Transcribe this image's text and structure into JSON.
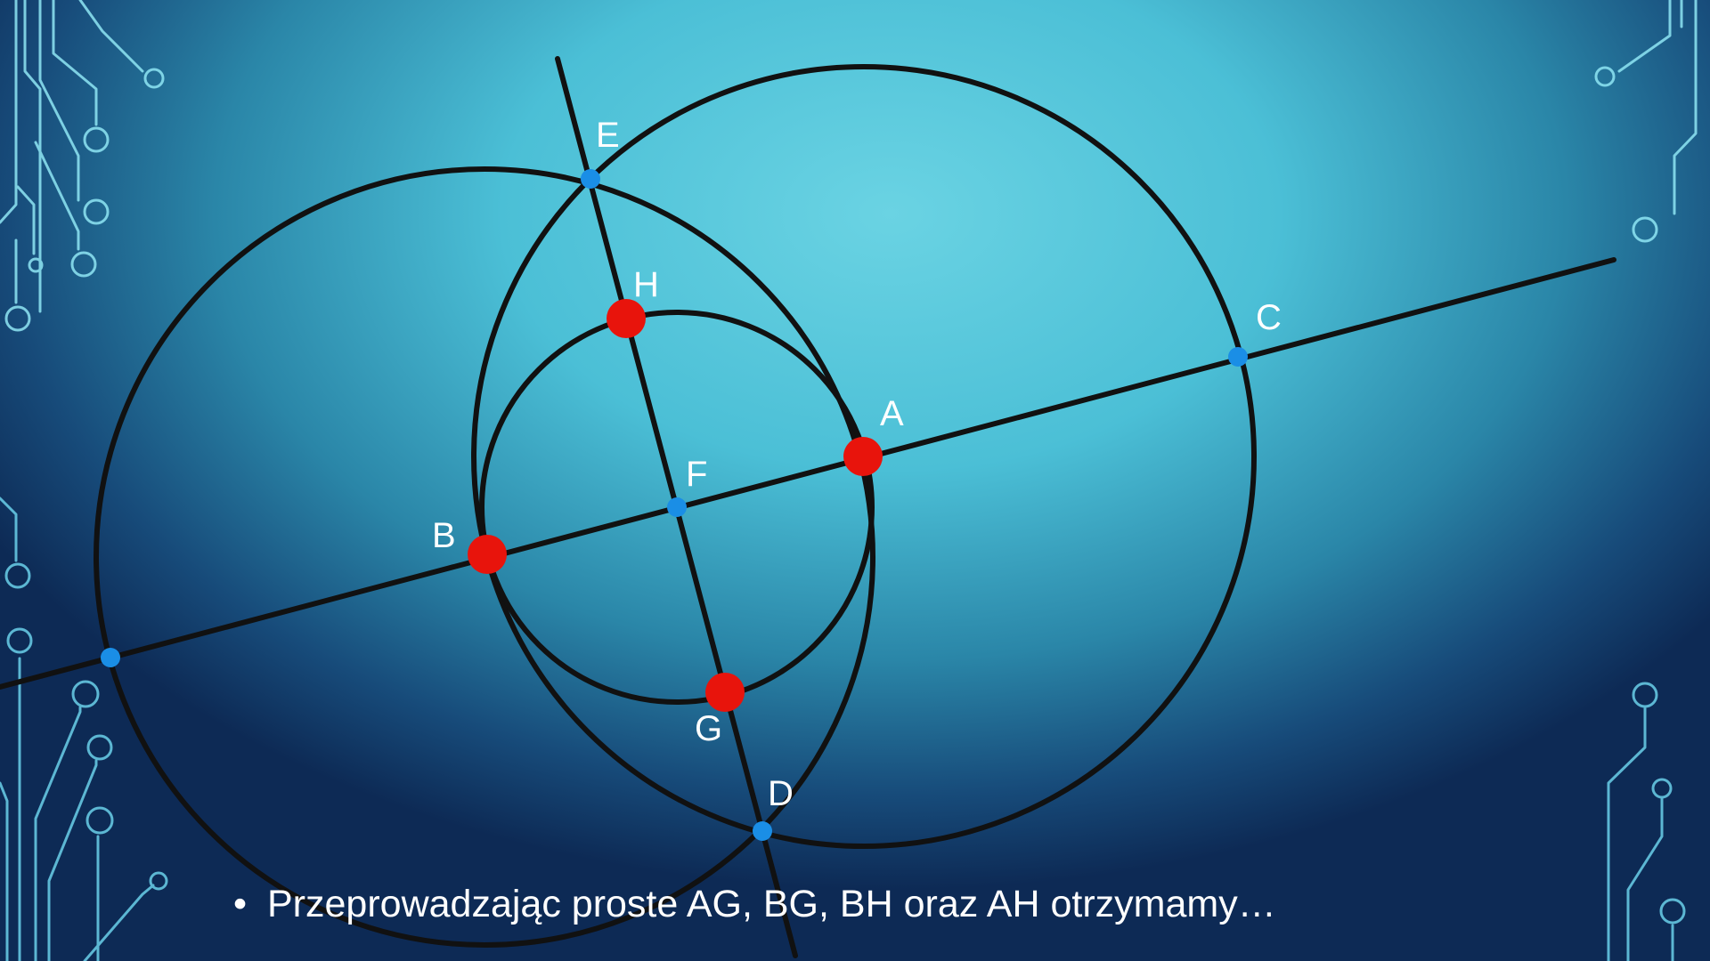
{
  "colors": {
    "background_light": "#6ad3e3",
    "background_dark": "#0d2a55",
    "stroke": "#111111",
    "key_point": "#e8140c",
    "aux_point": "#1a8ee6",
    "decor": "#8fe6f4",
    "text": "#ffffff"
  },
  "decoration": {
    "type": "circuit-board-pattern"
  },
  "diagram": {
    "points": {
      "A": {
        "label": "A",
        "kind": "key"
      },
      "B": {
        "label": "B",
        "kind": "key"
      },
      "G": {
        "label": "G",
        "kind": "key"
      },
      "H": {
        "label": "H",
        "kind": "key"
      },
      "C": {
        "label": "C",
        "kind": "aux"
      },
      "D": {
        "label": "D",
        "kind": "aux"
      },
      "E": {
        "label": "E",
        "kind": "aux"
      },
      "F": {
        "label": "F",
        "kind": "aux"
      }
    }
  },
  "caption": {
    "bullet": "•",
    "text": "Przeprowadzając proste AG, BG, BH oraz AH otrzymamy…"
  }
}
